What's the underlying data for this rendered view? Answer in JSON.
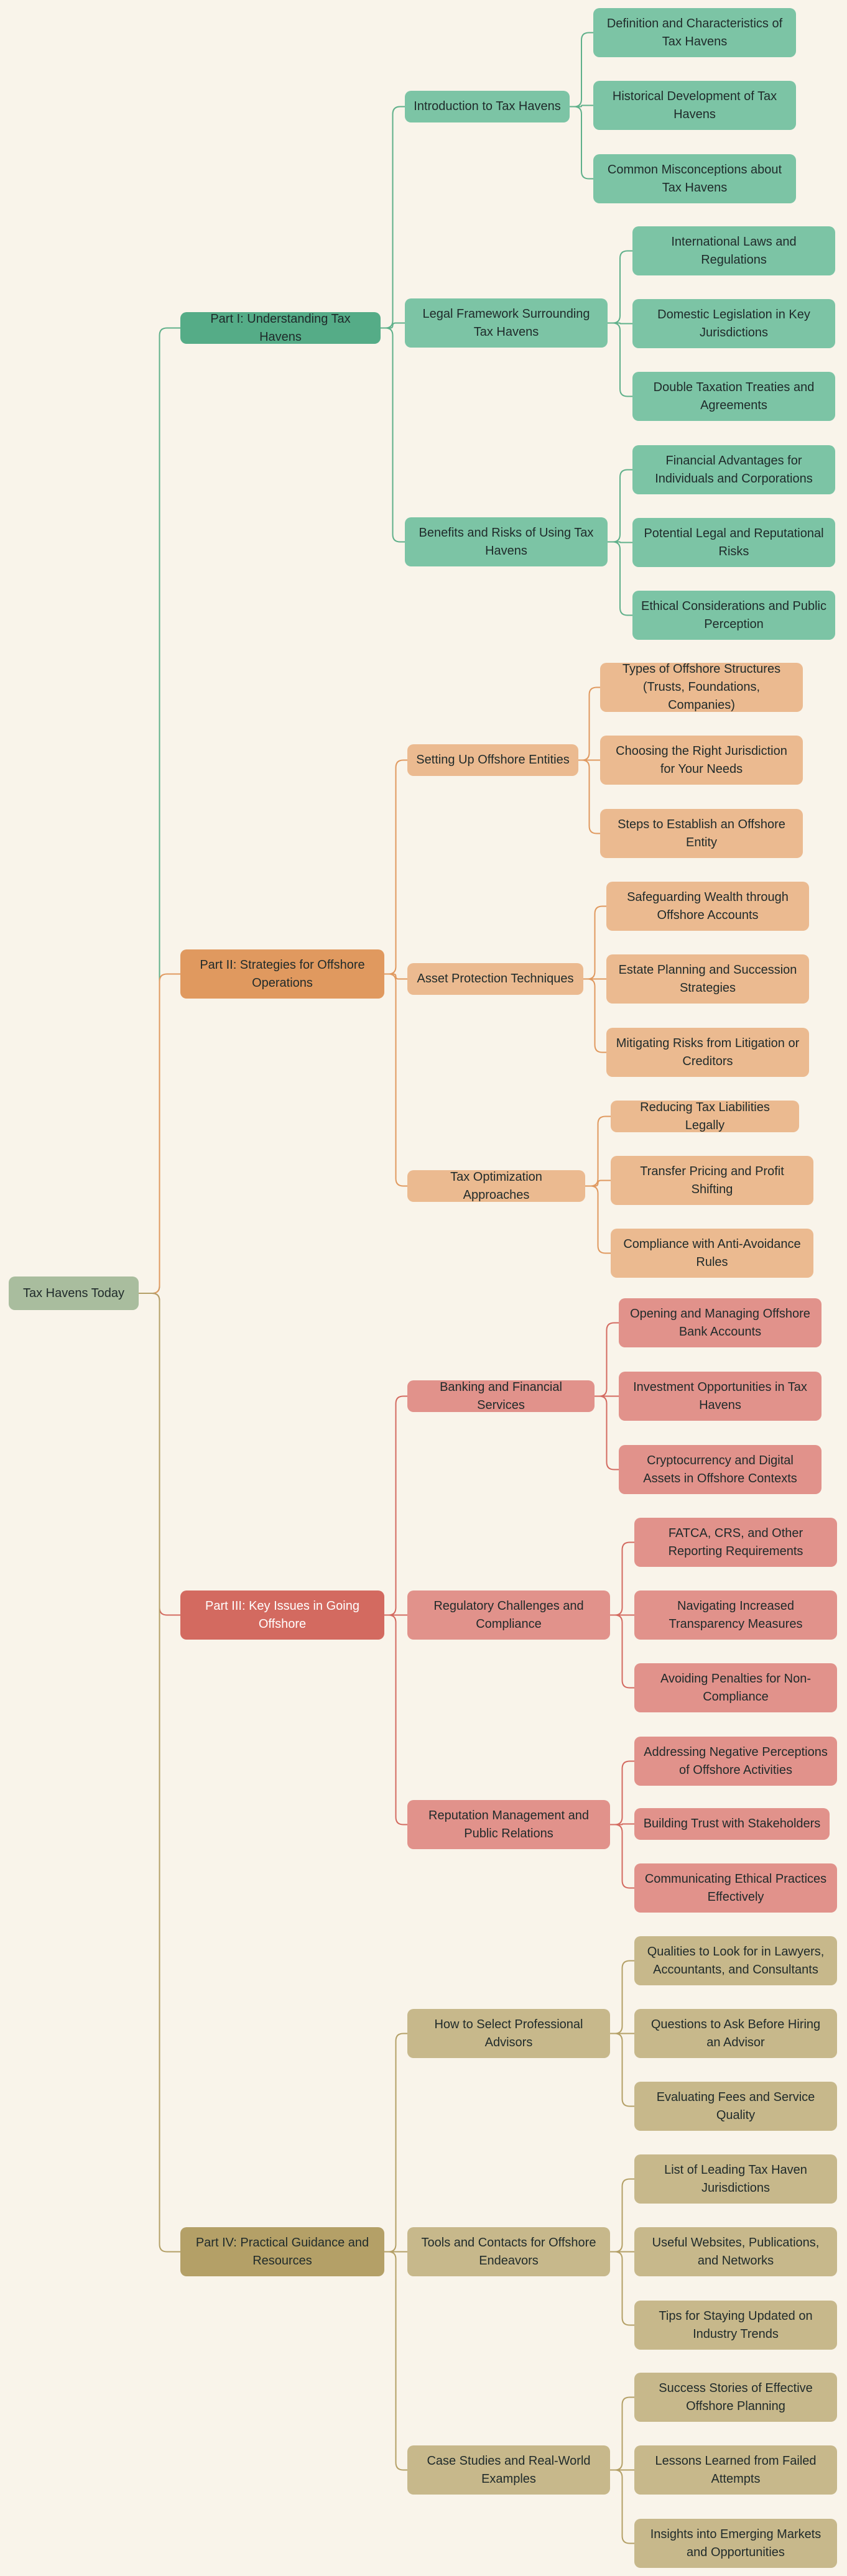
{
  "root": "Tax Havens Today",
  "colors": {
    "root": "#a9bd9e",
    "part1": "#55ac87",
    "part1_edge": "#5fb08a",
    "part2": "#e0995f",
    "part2_edge": "#e0995f",
    "part3": "#d36a60",
    "part3_edge": "#d36a60",
    "part4": "#b4a067",
    "part4_edge": "#b4a067"
  },
  "parts": [
    {
      "label": "Part I: Understanding Tax Havens",
      "sections": [
        {
          "label": "Introduction to Tax Havens",
          "items": [
            "Definition and Characteristics of Tax Havens",
            "Historical Development of Tax Havens",
            "Common Misconceptions about Tax Havens"
          ]
        },
        {
          "label": "Legal Framework Surrounding Tax Havens",
          "items": [
            "International Laws and Regulations",
            "Domestic Legislation in Key Jurisdictions",
            "Double Taxation Treaties and Agreements"
          ]
        },
        {
          "label": "Benefits and Risks of Using Tax Havens",
          "items": [
            "Financial Advantages for Individuals and Corporations",
            "Potential Legal and Reputational Risks",
            "Ethical Considerations and Public Perception"
          ]
        }
      ]
    },
    {
      "label": "Part II: Strategies for Offshore Operations",
      "sections": [
        {
          "label": "Setting Up Offshore Entities",
          "items": [
            "Types of Offshore Structures (Trusts, Foundations, Companies)",
            "Choosing the Right Jurisdiction for Your Needs",
            "Steps to Establish an Offshore Entity"
          ]
        },
        {
          "label": "Asset Protection Techniques",
          "items": [
            "Safeguarding Wealth through Offshore Accounts",
            "Estate Planning and Succession Strategies",
            "Mitigating Risks from Litigation or Creditors"
          ]
        },
        {
          "label": "Tax Optimization Approaches",
          "items": [
            "Reducing Tax Liabilities Legally",
            "Transfer Pricing and Profit Shifting",
            "Compliance with Anti-Avoidance Rules"
          ]
        }
      ]
    },
    {
      "label": "Part III: Key Issues in Going Offshore",
      "sections": [
        {
          "label": "Banking and Financial Services",
          "items": [
            "Opening and Managing Offshore Bank Accounts",
            "Investment Opportunities in Tax Havens",
            "Cryptocurrency and Digital Assets in Offshore Contexts"
          ]
        },
        {
          "label": "Regulatory Challenges and Compliance",
          "items": [
            "FATCA, CRS, and Other Reporting Requirements",
            "Navigating Increased Transparency Measures",
            "Avoiding Penalties for Non-Compliance"
          ]
        },
        {
          "label": "Reputation Management and Public Relations",
          "items": [
            "Addressing Negative Perceptions of Offshore Activities",
            "Building Trust with Stakeholders",
            "Communicating Ethical Practices Effectively"
          ]
        }
      ]
    },
    {
      "label": "Part IV: Practical Guidance and Resources",
      "sections": [
        {
          "label": "How to Select Professional Advisors",
          "items": [
            "Qualities to Look for in Lawyers, Accountants, and Consultants",
            "Questions to Ask Before Hiring an Advisor",
            "Evaluating Fees and Service Quality"
          ]
        },
        {
          "label": "Tools and Contacts for Offshore Endeavors",
          "items": [
            "List of Leading Tax Haven Jurisdictions",
            "Useful Websites, Publications, and Networks",
            "Tips for Staying Updated on Industry Trends"
          ]
        },
        {
          "label": "Case Studies and Real-World Examples",
          "items": [
            "Success Stories of Effective Offshore Planning",
            "Lessons Learned from Failed Attempts",
            "Insights into Emerging Markets and Opportunities"
          ]
        }
      ]
    }
  ]
}
